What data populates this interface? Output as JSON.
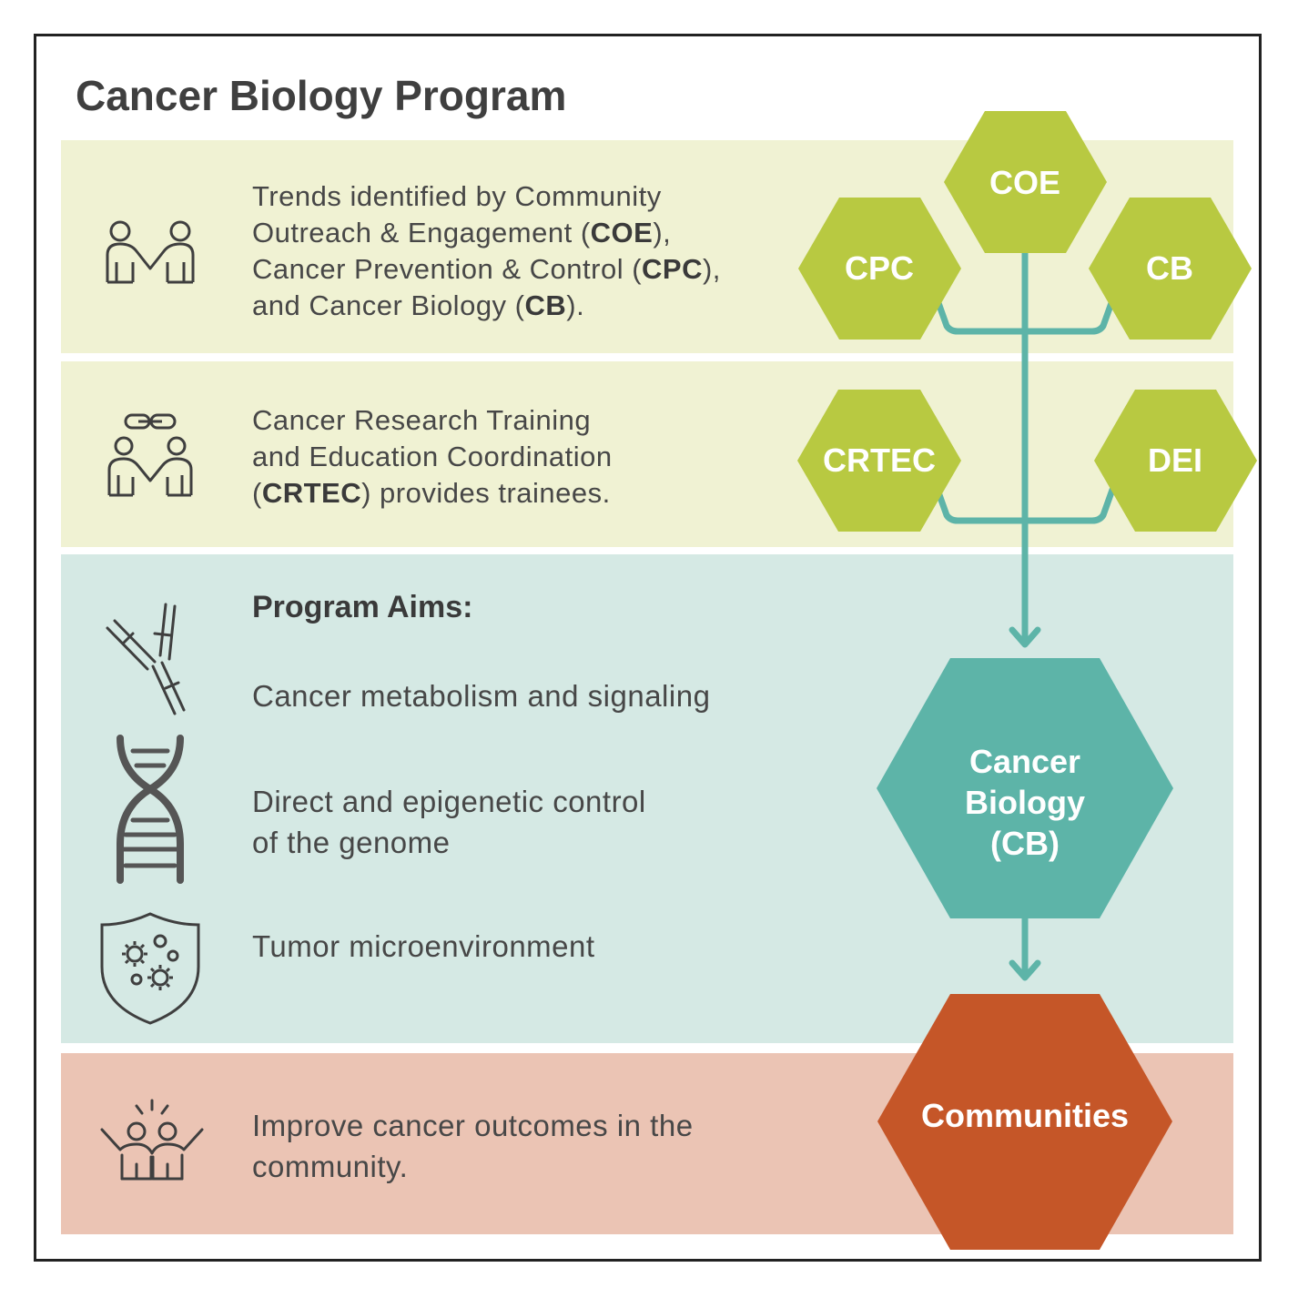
{
  "title": "Cancer Biology Program",
  "rows": {
    "trends": {
      "icon": "two-people-holding-hands-icon",
      "l1": "Trends identified by Community",
      "l2_pre": "Outreach & Engagement (",
      "l2_bold": "COE",
      "l2_post": "),",
      "l3_pre": "Cancer Prevention & Control (",
      "l3_bold": "CPC",
      "l3_post": "),",
      "l4_pre": "and Cancer Biology (",
      "l4_bold": "CB",
      "l4_post": ")."
    },
    "training": {
      "icon": "linked-people-icon",
      "l1": "Cancer Research Training",
      "l2": "and Education Coordination",
      "l3_pre": "(",
      "l3_bold": "CRTEC",
      "l3_post": ") provides trainees."
    },
    "aims": {
      "heading": "Program Aims:",
      "items": [
        {
          "icon": "antibody-icon",
          "lines": [
            "Cancer metabolism and signaling"
          ]
        },
        {
          "icon": "dna-helix-icon",
          "lines": [
            "Direct and epigenetic control",
            "of the genome"
          ]
        },
        {
          "icon": "shield-cells-icon",
          "lines": [
            "Tumor microenvironment"
          ]
        }
      ]
    },
    "community": {
      "icon": "celebrating-people-icon",
      "l1": "Improve cancer outcomes in the",
      "l2": "community."
    }
  },
  "hexagons": {
    "coe": "COE",
    "cpc": "CPC",
    "cb": "CB",
    "crtec": "CRTEC",
    "dei": "DEI",
    "cancer_biology": [
      "Cancer",
      "Biology",
      "(CB)"
    ],
    "communities": "Communities"
  },
  "colors": {
    "lime_hex": "#b8c941",
    "teal_hex": "#5db4a8",
    "orange_hex": "#c55628",
    "connector": "#5db4a8",
    "band_light": "#f0f2d3",
    "band_teal": "#d5e9e4",
    "band_salmon": "#ebc4b4"
  }
}
